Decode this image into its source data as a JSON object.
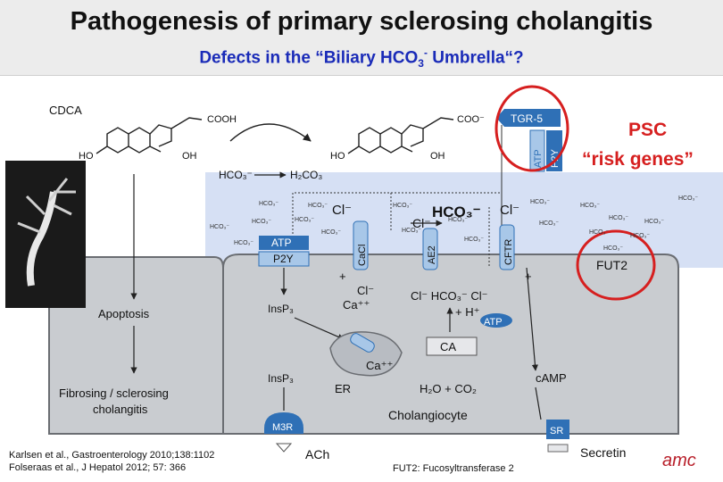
{
  "header": {
    "title": "Pathogenesis of primary sclerosing cholangitis",
    "subtitle_pre": "Defects in the “Biliary HCO",
    "subtitle_sub": "3",
    "subtitle_sup": "-",
    "subtitle_post": " Umbrella“?"
  },
  "diagram": {
    "cdca": "CDCA",
    "cooh": "COOH",
    "coo": "COO⁻",
    "ho": "HO",
    "oh": "OH",
    "tgr5": "TGR-5",
    "atp_vert": "ATP",
    "p2y_vert": "P2Y",
    "psc_line1": "PSC",
    "psc_line2": "“risk genes”",
    "fut2": "FUT2",
    "hco3_left": "HCO₃⁻",
    "h2co3": "H₂CO₃",
    "hco3_small": "HCO₃⁻",
    "cl": "Cl⁻",
    "hco3_big": "HCO₃⁻",
    "atp": "ATP",
    "p2y": "P2Y",
    "cacl": "CaCl",
    "ae2": "AE2",
    "cftr": "CFTR",
    "plus": "+",
    "ca_pp": "Ca⁺⁺",
    "hco3_inner": "Cl⁻ HCO₃⁻  Cl⁻",
    "h_plus": "+ H⁺",
    "apoptosis": "Apoptosis",
    "insp3": "InsP₃",
    "ca": "CA",
    "h2o_co2": "H₂O + CO₂",
    "er": "ER",
    "camp": "cAMP",
    "fibrosing1": "Fibrosing / sclerosing",
    "fibrosing2": "cholangitis",
    "cholangiocyte": "Cholangiocyte",
    "m3r": "M3R",
    "sr": "SR",
    "ach": "ACh",
    "secretin": "Secretin",
    "logo": "amc"
  },
  "footer": {
    "ref1": "Karlsen et al., Gastroenterology 2010;138:1102",
    "ref2": "Folseraas et al., J Hepatol 2012; 57: 366",
    "fut2_def": "FUT2: Fucosyltransferase 2"
  },
  "colors": {
    "title_band": "#ececec",
    "subtitle": "#1a2bb8",
    "lumen": "#d6e0f4",
    "cell": "#c9ccd0",
    "atp_box": "#2f70b6",
    "p2y_box": "#a8c7e8",
    "psc_red": "#d61f1f",
    "membrane": "#6a6d72"
  }
}
